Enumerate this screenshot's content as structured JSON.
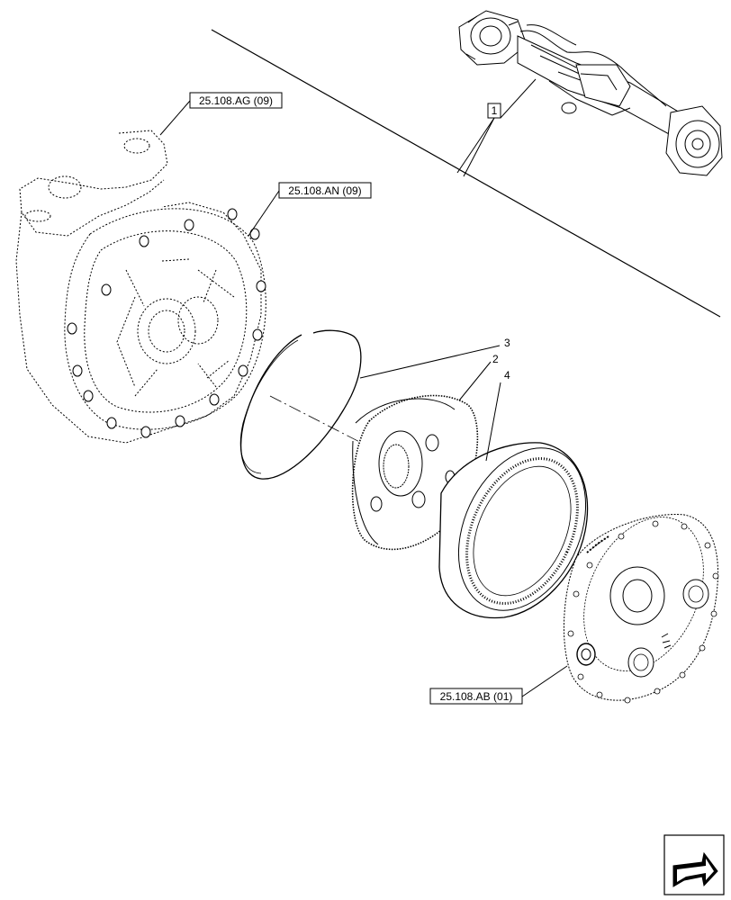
{
  "diagram": {
    "references": [
      {
        "id": "ref-ag",
        "text": "25.108.AG (09)"
      },
      {
        "id": "ref-an",
        "text": "25.108.AN (09)"
      },
      {
        "id": "ref-ab",
        "text": "25.108.AB (01)"
      }
    ],
    "callouts": [
      {
        "id": "callout-1",
        "text": "1"
      },
      {
        "id": "callout-3",
        "text": "3"
      },
      {
        "id": "callout-2",
        "text": "2"
      },
      {
        "id": "callout-4",
        "text": "4"
      }
    ],
    "parts": [
      "axle-assembly",
      "axle-housing",
      "snap-ring",
      "planetary-gear-carrier",
      "ring-gear",
      "hub-cover"
    ],
    "icons": [
      "next-page-arrow-icon"
    ]
  }
}
